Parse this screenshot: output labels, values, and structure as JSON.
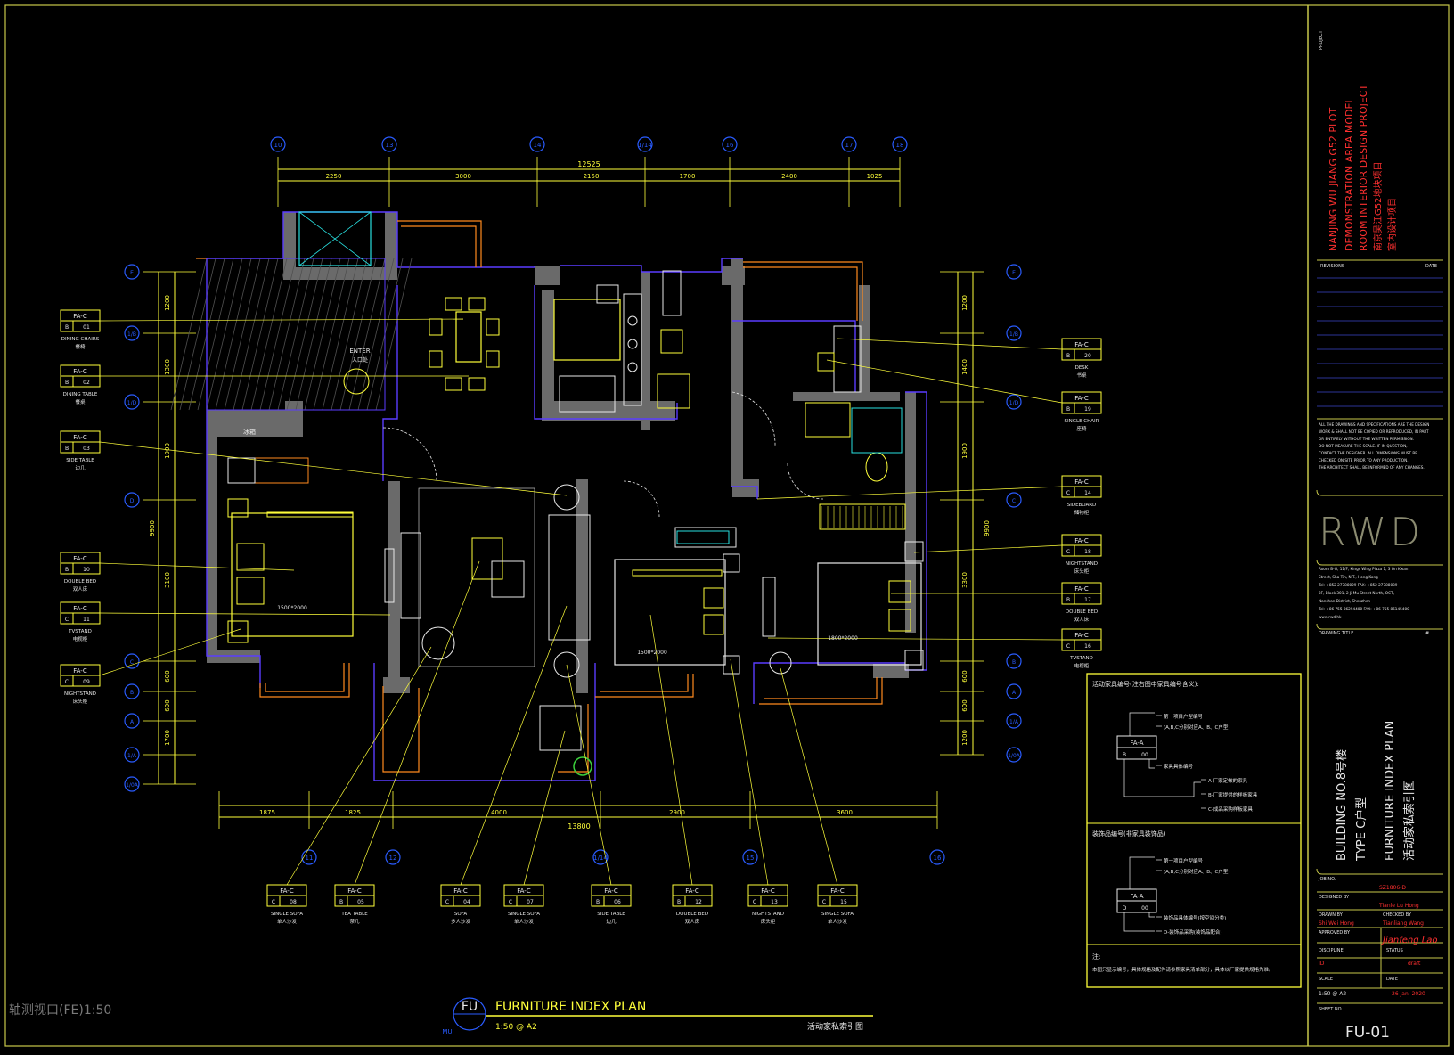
{
  "colors": {
    "bg": "#000000",
    "frame": "#c8c84a",
    "wall": "#6a6a6a",
    "purple": "#5a3cff",
    "yellow": "#ffff3a",
    "orange": "#ff8a1e",
    "cyan": "#28e0e0",
    "blue": "#2a5cff",
    "green": "#3cd03c",
    "magenta": "#d040d0",
    "red": "#ff3030",
    "white": "#e8e8e8",
    "dim": "#a0a0a0"
  },
  "viewport_label": "轴测视口(FE)1:50",
  "grids": {
    "top": [
      "10",
      "13",
      "14",
      "1/14",
      "16",
      "17",
      "18"
    ],
    "bottom": [
      "11",
      "12",
      "1/14",
      "15",
      "16"
    ],
    "left": [
      "E",
      "1/B",
      "1/D",
      "D",
      "C",
      "B",
      "A",
      "1/A",
      "1/0A"
    ],
    "right": [
      "E",
      "1/B",
      "1/D",
      "C",
      "B",
      "A",
      "1/A",
      "1/0A"
    ]
  },
  "dims": {
    "top_total": "12525",
    "top": [
      "2250",
      "3000",
      "2150",
      "1700",
      "2400",
      "1025"
    ],
    "bottom_total": "13800",
    "bottom": [
      "1875",
      "1825",
      "4000",
      "2900",
      "3600"
    ],
    "left_total": "9900",
    "left": [
      "1200",
      "1300",
      "1900",
      "3100",
      "600",
      "600",
      "1700"
    ],
    "right_total": "9900",
    "right": [
      "1200",
      "1400",
      "1900",
      "3300",
      "600",
      "600",
      "1200"
    ]
  },
  "room_labels": {
    "entry": "ENTER",
    "entry_cn": "入口处",
    "fridge": "冰箱",
    "bed1": "1500*2000",
    "bed2": "1500*2000",
    "bed3": "1800*2000"
  },
  "tags": [
    {
      "code": "FA-C",
      "row": "B",
      "num": "01",
      "label": "DINING CHAIRS",
      "cn": "餐椅"
    },
    {
      "code": "FA-C",
      "row": "B",
      "num": "02",
      "label": "DINING TABLE",
      "cn": "餐桌"
    },
    {
      "code": "FA-C",
      "row": "B",
      "num": "03",
      "label": "SIDE TABLE",
      "cn": "边几"
    },
    {
      "code": "FA-C",
      "row": "B",
      "num": "10",
      "label": "DOUBLE BED",
      "cn": "双人床"
    },
    {
      "code": "FA-C",
      "row": "C",
      "num": "11",
      "label": "TVSTAND",
      "cn": "电视柜"
    },
    {
      "code": "FA-C",
      "row": "C",
      "num": "09",
      "label": "NIGHTSTAND",
      "cn": "床头柜"
    },
    {
      "code": "FA-C",
      "row": "B",
      "num": "20",
      "label": "DESK",
      "cn": "书桌"
    },
    {
      "code": "FA-C",
      "row": "B",
      "num": "19",
      "label": "SINGLE CHAIR",
      "cn": "座椅"
    },
    {
      "code": "FA-C",
      "row": "C",
      "num": "14",
      "label": "SIDEBOARD",
      "cn": "储物柜"
    },
    {
      "code": "FA-C",
      "row": "C",
      "num": "18",
      "label": "NIGHTSTAND",
      "cn": "床头柜"
    },
    {
      "code": "FA-C",
      "row": "B",
      "num": "17",
      "label": "DOUBLE BED",
      "cn": "双人床"
    },
    {
      "code": "FA-C",
      "row": "C",
      "num": "16",
      "label": "TVSTAND",
      "cn": "电视柜"
    },
    {
      "code": "FA-C",
      "row": "C",
      "num": "08",
      "label": "SINGLE SOFA",
      "cn": "单人沙发"
    },
    {
      "code": "FA-C",
      "row": "B",
      "num": "05",
      "label": "TEA TABLE",
      "cn": "茶几"
    },
    {
      "code": "FA-C",
      "row": "C",
      "num": "04",
      "label": "SOFA",
      "cn": "多人沙发"
    },
    {
      "code": "FA-C",
      "row": "C",
      "num": "07",
      "label": "SINGLE SOFA",
      "cn": "单人沙发"
    },
    {
      "code": "FA-C",
      "row": "B",
      "num": "06",
      "label": "SIDE TABLE",
      "cn": "边几"
    },
    {
      "code": "FA-C",
      "row": "B",
      "num": "12",
      "label": "DOUBLE BED",
      "cn": "双人床"
    },
    {
      "code": "FA-C",
      "row": "C",
      "num": "13",
      "label": "NIGHTSTAND",
      "cn": "床头柜"
    },
    {
      "code": "FA-C",
      "row": "C",
      "num": "15",
      "label": "SINGLE SOFA",
      "cn": "单人沙发"
    }
  ],
  "legend": {
    "title1": "活动家具编号(注右图中家具编号含义):",
    "box1_code": "FA-A",
    "box1_row": "B",
    "box1_num": "00",
    "lines1": [
      "第一项目户型编号",
      "(A,B,C分别对应A、B、C户型)",
      "家具具体编号",
      "A-厂家定做的家具",
      "B-厂家提供的样板家具",
      "C-成品采购样板家具"
    ],
    "title2": "装饰品编号(非家具装饰品)",
    "box2_code": "FA-A",
    "box2_row": "D",
    "box2_num": "00",
    "lines2": [
      "第一项目户型编号",
      "(A,B,C分别对应A、B、C户型)",
      "装饰品具体编号(按空间分类)",
      "D-装饰品采购(装饰品配合)"
    ],
    "note_title": "注:",
    "note": "本图只显示编号，具体规格及配件请参照家具清单部分，具体以厂家提供规格为准。"
  },
  "plan_title": {
    "code": "FU",
    "sub": "MU",
    "title": "FURNITURE INDEX PLAN",
    "scale": "1:50 @ A2",
    "cn": "活动家私索引图"
  },
  "titleblock": {
    "project_label": "PROJECT",
    "project_lines": [
      "NANJING WU JIANG G52 PLOT",
      "DEMONSTRATION AREA MODEL",
      "ROOM INTERIOR DESIGN PROJECT",
      "南京吴江G52地块项目",
      "室内设计项目"
    ],
    "revisions": "REVISIONS",
    "date": "DATE",
    "notes": [
      "ALL THE DRAWINGS AND SPECIFICATIONS ARE THE DESIGN",
      "WORK & SHALL NOT BE COPIED OR REPRODUCED, IN PART",
      "OR ENTIRELY WITHOUT THE WRITTEN PERMISSION.",
      "DO NOT MEASURE THE SCALE. IF IN QUESTION,",
      "CONTACT THE DESIGNER. ALL DIMENSIONS MUST BE",
      "CHECKED ON SITE PRIOR TO ANY PRODUCTION.",
      "THE ARCHITECT SHALL BE INFORMED OF ANY CHANGES."
    ],
    "logo": "RWD",
    "address": [
      "Room B-G, 11/F, Kings Wing Plaza 1, 3 On Kwan",
      "Street, Sha Tin, N.T., Hong Kong",
      "Tel: +852 27788029    FAX: +852 27788039",
      "3F, Block 301, 2 Ji Mu Street North, OCT,",
      "Nanshan District, Shenzhen",
      "Tel: +86 755 86294400    FAX: +86 755 86145400",
      "www.rwd.hk"
    ],
    "drawing_title_label": "DRAWING TITLE",
    "drawing_title_num": "#",
    "building": "BUILDING NO.8号楼",
    "type": "TYPE  C户型",
    "furniture_plan": "FURNITURE INDEX PLAN",
    "furniture_plan_cn": "活动家私索引图",
    "job_no": "JOB NO.",
    "job_value": "SZ1806-D",
    "designed_by": "DESIGNED BY",
    "designed_value": "Tianle Lu Hong",
    "drawn_by": "DRAWN BY",
    "drawn_value": "Shi Wei Hong",
    "checked_by": "CHECKED BY",
    "checked_value": "Tianliang Wang",
    "approved_by": "APPROVED BY",
    "approved_value": "Jianfeng Lao",
    "discipline": "DISCIPLINE",
    "discipline_value": "ID",
    "status": "STATUS",
    "status_value": "draft",
    "scale": "SCALE",
    "scale_value": "1:50 @ A2",
    "date_label": "DATE",
    "date_value": "26 Jan. 2020",
    "sheet_no": "SHEET NO.",
    "sheet_value": "FU-01"
  }
}
